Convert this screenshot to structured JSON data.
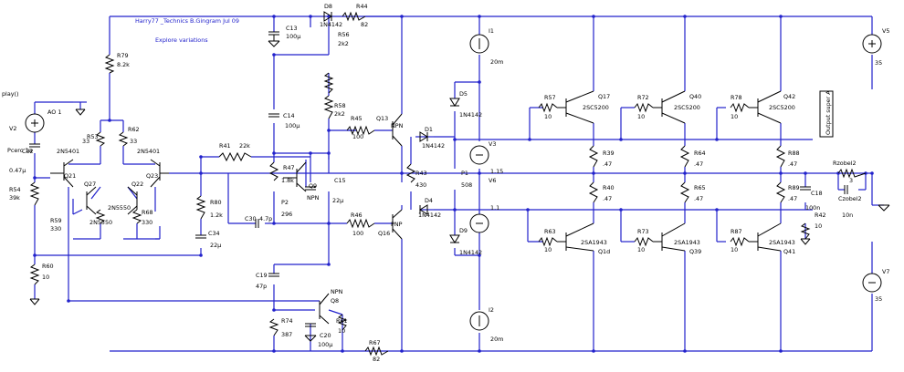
{
  "header": {
    "author_line": "Harry77 _Technics B.Gingram Jul 09",
    "subtitle": "Explore variations"
  },
  "labels": {
    "play": "play()",
    "ao1": "AO 1",
    "v2": "V2",
    "pcerc": "Pcerc 1a",
    "c32": "C32",
    "c32v": "0.47µ",
    "r54": "R54",
    "r54v": "39k",
    "q21": "Q21",
    "q21t": "2N5401",
    "q27": "Q27",
    "q27t": "2N5550",
    "q22": "Q22",
    "q22t": "2N5550",
    "q23": "Q23",
    "q23t": "2N5401",
    "r59": "R59",
    "r59v": "330",
    "r68": "R68",
    "r68v": "330",
    "r53": "R53",
    "r53v": "33",
    "r62": "R62",
    "r62v": "33",
    "r79": "R79",
    "r79v": "8.2k",
    "r60": "R60",
    "r60v": "10",
    "r41": "R41",
    "r41v": "22k",
    "r80": "R80",
    "r80v": "1.2k",
    "c34": "C34",
    "c34v": "22µ",
    "c30": "C30",
    "c30v": "4.7p",
    "r47": "R47",
    "r47v": "1.8k",
    "p2": "P2",
    "p2v": "296",
    "q9": "Q9",
    "q9t": "NPN",
    "c15": "C15",
    "c15v": "22µ",
    "c13": "C13",
    "c13v": "100µ",
    "r56": "R56",
    "r56v": "2k2",
    "r58": "R58",
    "r58v": "2k2",
    "c14": "C14",
    "c14v": "100µ",
    "d8": "D8",
    "d8t": "1N4142",
    "r44": "R44",
    "r44v": "82",
    "r45": "R45",
    "r45v": "100",
    "r46": "R46",
    "r46v": "100",
    "q13": "Q13",
    "q13t": "NPN",
    "q16": "Q16",
    "q16t": "PNP",
    "d1": "D1",
    "d1t": "1N4142",
    "d4": "D4",
    "d4t": "1N4142",
    "d5": "D5",
    "d5t": "1N4142",
    "d9": "D9",
    "d9t": "1N4142",
    "r43": "R43",
    "r43v": "430",
    "p1": "P1",
    "p1v": "508",
    "i1": "I1",
    "i1v": "20m",
    "i2": "I2",
    "i2v": "20m",
    "v3": "V3",
    "v3v": "1.15",
    "v6": "V6",
    "v6v": "1.1",
    "c19": "C19",
    "c19v": "47p",
    "q8": "Q8",
    "q8t": "NPN",
    "r74": "R74",
    "r74v": "387",
    "r61": "R61",
    "r61v": "10",
    "c20": "C20",
    "c20v": "100µ",
    "r67": "R67",
    "r67v": "82",
    "r57": "R57",
    "r57v": "10",
    "q17": "Q17",
    "q17t": "2SC5200",
    "r72": "R72",
    "r72v": "10",
    "q40": "Q40",
    "q40t": "2SC5200",
    "r78": "R78",
    "r78v": "10",
    "q42": "Q42",
    "q42t": "2SC5200",
    "r39": "R39",
    "r39v": ".47",
    "r64": "R64",
    "r64v": ".47",
    "r88": "R88",
    "r88v": ".47",
    "r40": "R40",
    "r40v": ".47",
    "r65": "R65",
    "r65v": ".47",
    "r89": "R89",
    "r89v": ".47",
    "r63": "R63",
    "r63v": "10",
    "q1d": "Q1d",
    "q1dt": "2SA1943",
    "r73": "R73",
    "r73v": "10",
    "q39": "Q39",
    "q39t": "2SA1943",
    "r87": "R87",
    "r87v": "10",
    "q41": "Q41",
    "q41t": "2SA1943",
    "c18": "C18",
    "c18v": "100n",
    "r42": "R42",
    "r42v": "10",
    "output": "Output super A",
    "rzobel": "Rzobel2",
    "rzobelv": "3",
    "czobel": "Czobel2",
    "czobelv": "10n",
    "v5": "V5",
    "v5v": "35",
    "v7": "V7",
    "v7v": "35"
  }
}
